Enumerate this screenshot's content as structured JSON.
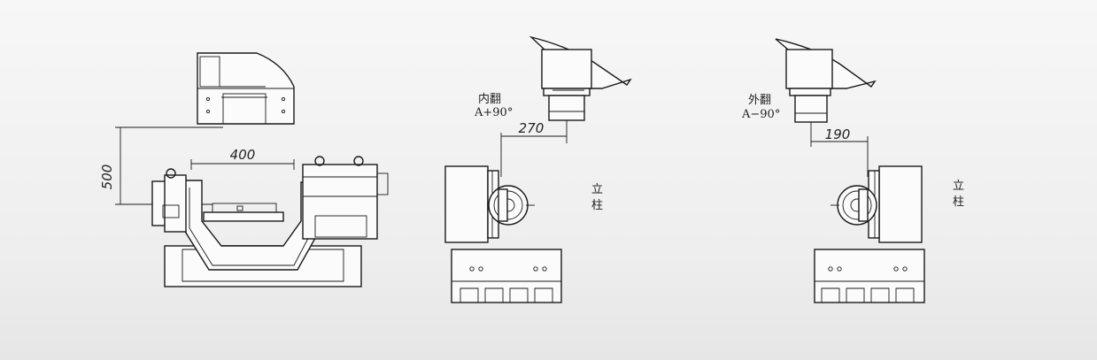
{
  "views": {
    "front": {
      "dim_offset": "500",
      "dim_width": "400"
    },
    "inner_flip": {
      "label": "内翻",
      "angle": "A+90°",
      "dim": "270",
      "column_label_1": "立",
      "column_label_2": "柱"
    },
    "outer_flip": {
      "label": "外翻",
      "angle": "A−90°",
      "dim": "190",
      "column_label_1": "立",
      "column_label_2": "柱"
    }
  }
}
